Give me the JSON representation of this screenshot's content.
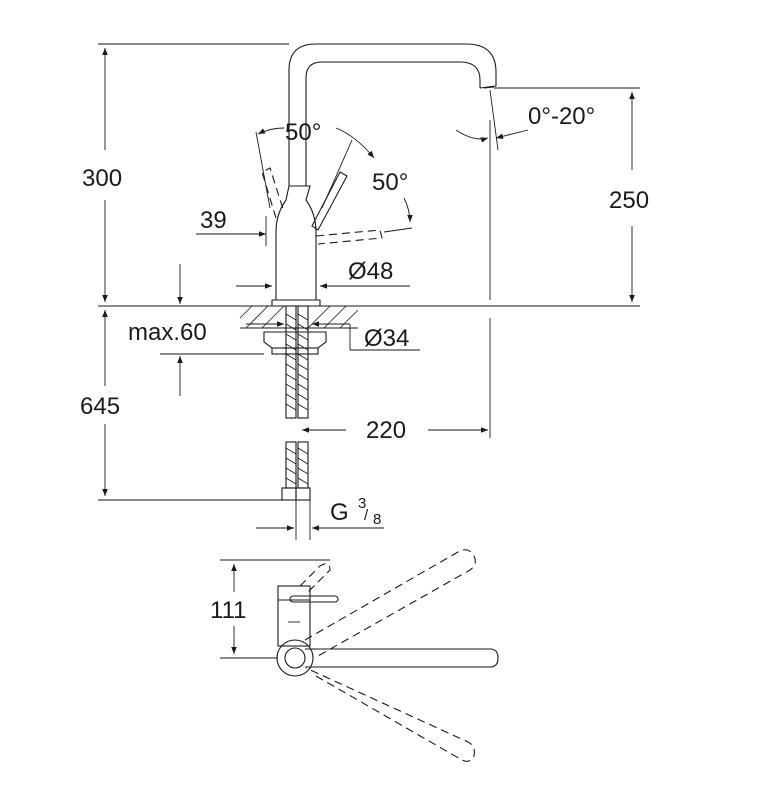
{
  "dimensions": {
    "total_height": "300",
    "spout_height": "250",
    "lever_angle_front": "50°",
    "lever_angle_side": "50°",
    "spout_tilt": "0°-20°",
    "lever_offset": "39",
    "base_diameter": "Ø48",
    "max_deck": "max.60",
    "hole_diameter": "Ø34",
    "hose_length": "645",
    "spout_reach": "220",
    "connection_prefix": "G",
    "connection_num": "3",
    "connection_den": "8",
    "top_view_depth": "111"
  }
}
